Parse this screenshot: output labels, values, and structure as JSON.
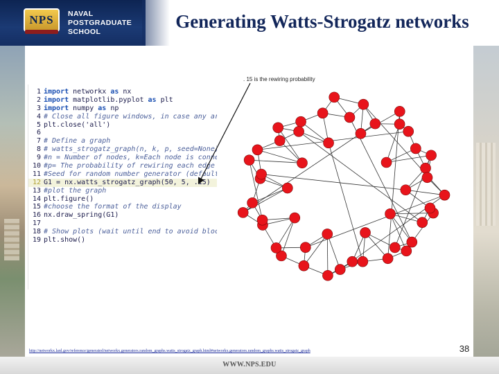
{
  "header": {
    "logo_seal_text": "NPS",
    "logo_lines": [
      "NAVAL",
      "POSTGRADUATE",
      "SCHOOL"
    ],
    "brand_color": "#0d2452"
  },
  "slide": {
    "title": "Generating Watts-Strogatz networks",
    "annotation": ". 15 is the rewiring probability",
    "number": "38",
    "source_link": "http://networkx.lanl.gov/reference/generated/networkx.generators.random_graphs.watts_strogatz_graph.html#networkx.generators.random_graphs.watts_strogatz_graph"
  },
  "footer": {
    "url": "WWW.NPS.EDU"
  },
  "code": {
    "lines": [
      {
        "n": "1",
        "text": "import networkx as nx",
        "kind": "import"
      },
      {
        "n": "2",
        "text": "import matplotlib.pyplot as plt",
        "kind": "import"
      },
      {
        "n": "3",
        "text": "import numpy as np",
        "kind": "import"
      },
      {
        "n": "4",
        "text": "# Close all figure windows, in case any are",
        "kind": "comment"
      },
      {
        "n": "5",
        "text": "plt.close('all')",
        "kind": "code"
      },
      {
        "n": "6",
        "text": "",
        "kind": "code"
      },
      {
        "n": "7",
        "text": "# Define a graph",
        "kind": "comment"
      },
      {
        "n": "8",
        "text": "# watts_strogatz_graph(n, k, p, seed=None)",
        "kind": "comment"
      },
      {
        "n": "9",
        "text": "#n = Number of nodes, k=Each node is connec",
        "kind": "comment"
      },
      {
        "n": "10",
        "text": "#p= The probability of rewiring each edge",
        "kind": "comment"
      },
      {
        "n": "11",
        "text": "#Seed for random number generator (default=N",
        "kind": "comment"
      },
      {
        "n": "12",
        "text": "G1 = nx.watts_strogatz_graph(50, 5, .15)",
        "kind": "highlight"
      },
      {
        "n": "13",
        "text": "#plot the graph",
        "kind": "comment"
      },
      {
        "n": "14",
        "text": "plt.figure()",
        "kind": "code"
      },
      {
        "n": "15",
        "text": "#choose the format of the display",
        "kind": "comment"
      },
      {
        "n": "16",
        "text": "nx.draw_spring(G1)",
        "kind": "code"
      },
      {
        "n": "17",
        "text": "",
        "kind": "code"
      },
      {
        "n": "18",
        "text": "# Show plots (wait until end to avoid blocki",
        "kind": "comment"
      },
      {
        "n": "19",
        "text": "plt.show()",
        "kind": "code"
      }
    ]
  },
  "graph": {
    "node_count": 50,
    "node_color": "#e8141b",
    "edge_color": "#333333"
  }
}
